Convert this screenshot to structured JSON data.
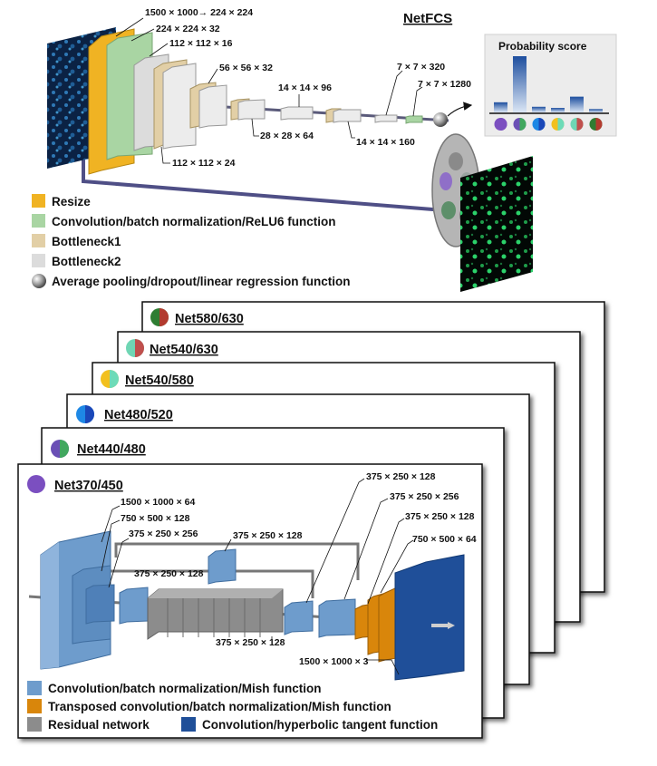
{
  "netfcs": {
    "title": "NetFCS",
    "dims": {
      "input": "1500 × 1000→ 224 × 224",
      "conv1": "224 × 224 × 32",
      "b1": "112 × 112 × 16",
      "b2": "112 × 112 × 24",
      "b3": "56 × 56 × 32",
      "b4": "28 × 28 × 64",
      "b5": "14 × 14 × 96",
      "b6": "14 × 14 × 160",
      "b7": "7 × 7 × 320",
      "b8": "7 × 7 × 1280"
    },
    "probability_title": "Probability score",
    "probability_values": [
      0.18,
      1.0,
      0.1,
      0.08,
      0.28,
      0.06
    ],
    "legend": [
      {
        "label": "Resize",
        "color": "#f0b323"
      },
      {
        "label": "Convolution/batch normalization/ReLU6 function",
        "color": "#a9d5a3"
      },
      {
        "label": "Bottleneck1",
        "color": "#e2cfa6"
      },
      {
        "label": "Bottleneck2",
        "color": "#dcdcdc"
      },
      {
        "label": "Average pooling/dropout/linear regression function",
        "color": "#8a8a8a"
      }
    ]
  },
  "cards": [
    {
      "title": "Net580/630",
      "c1": "#2e7d32",
      "c2": "#b23a2e"
    },
    {
      "title": "Net540/630",
      "c1": "#6fd6b4",
      "c2": "#c0504d"
    },
    {
      "title": "Net540/580",
      "c1": "#f2c01e",
      "c2": "#6ddbb8"
    },
    {
      "title": "Net480/520",
      "c1": "#1e88e5",
      "c2": "#1a47b8"
    },
    {
      "title": "Net440/480",
      "c1": "#6a4fb5",
      "c2": "#41a85f"
    },
    {
      "title": "Net370/450",
      "c1": "#7b4fc0",
      "c2": "#7b4fc0"
    }
  ],
  "unet": {
    "dims": {
      "d1": "1500 × 1000 × 64",
      "d2": "750 × 500 × 128",
      "d3": "375 × 250 × 256",
      "d4": "375 × 250 × 128",
      "d5": "375 × 250 × 128",
      "d6": "375 × 250 × 128",
      "d7": "375 × 250 × 128",
      "d8": "375 × 250 × 256",
      "d9": "375 × 250 × 128",
      "d10": "750 × 500 × 64",
      "d11": "1500 × 1000 × 3"
    },
    "legend": [
      {
        "label": "Convolution/batch normalization/Mish function",
        "color": "#6e9ccc"
      },
      {
        "label": "Transposed convolution/batch normalization/Mish function",
        "color": "#d9860b"
      },
      {
        "label": "Residual network",
        "color": "#8c8c8c"
      },
      {
        "label": "Convolution/hyperbolic tangent function",
        "color": "#1f4f99"
      }
    ]
  }
}
